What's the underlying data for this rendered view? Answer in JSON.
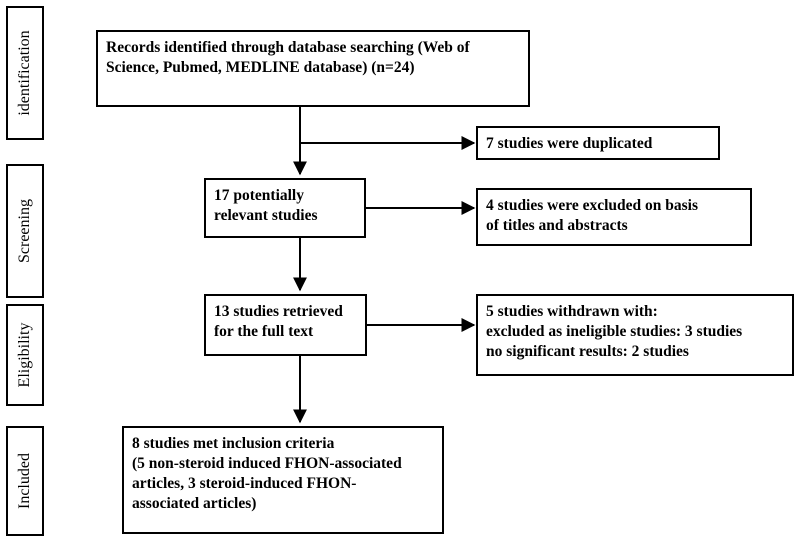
{
  "phases": {
    "identification": "identification",
    "screening": "Screening",
    "eligibility": "Eligibility",
    "included": "Included"
  },
  "boxes": {
    "records_identified": "Records identified through database searching (Web of Science, Pubmed, MEDLINE database) (n=24)",
    "duplicates": "7 studies were duplicated",
    "potentially_relevant": "17 potentially\nrelevant studies",
    "excluded_titles": "4 studies were excluded on basis\nof titles and abstracts",
    "full_text": "13 studies retrieved\nfor the full text",
    "withdrawn": "5 studies withdrawn with:\nexcluded as ineligible studies: 3 studies\nno significant results: 2 studies",
    "included": "8 studies met inclusion  criteria\n(5 non-steroid induced FHON-associated\narticles, 3 steroid-induced FHON-\nassociated articles)"
  }
}
